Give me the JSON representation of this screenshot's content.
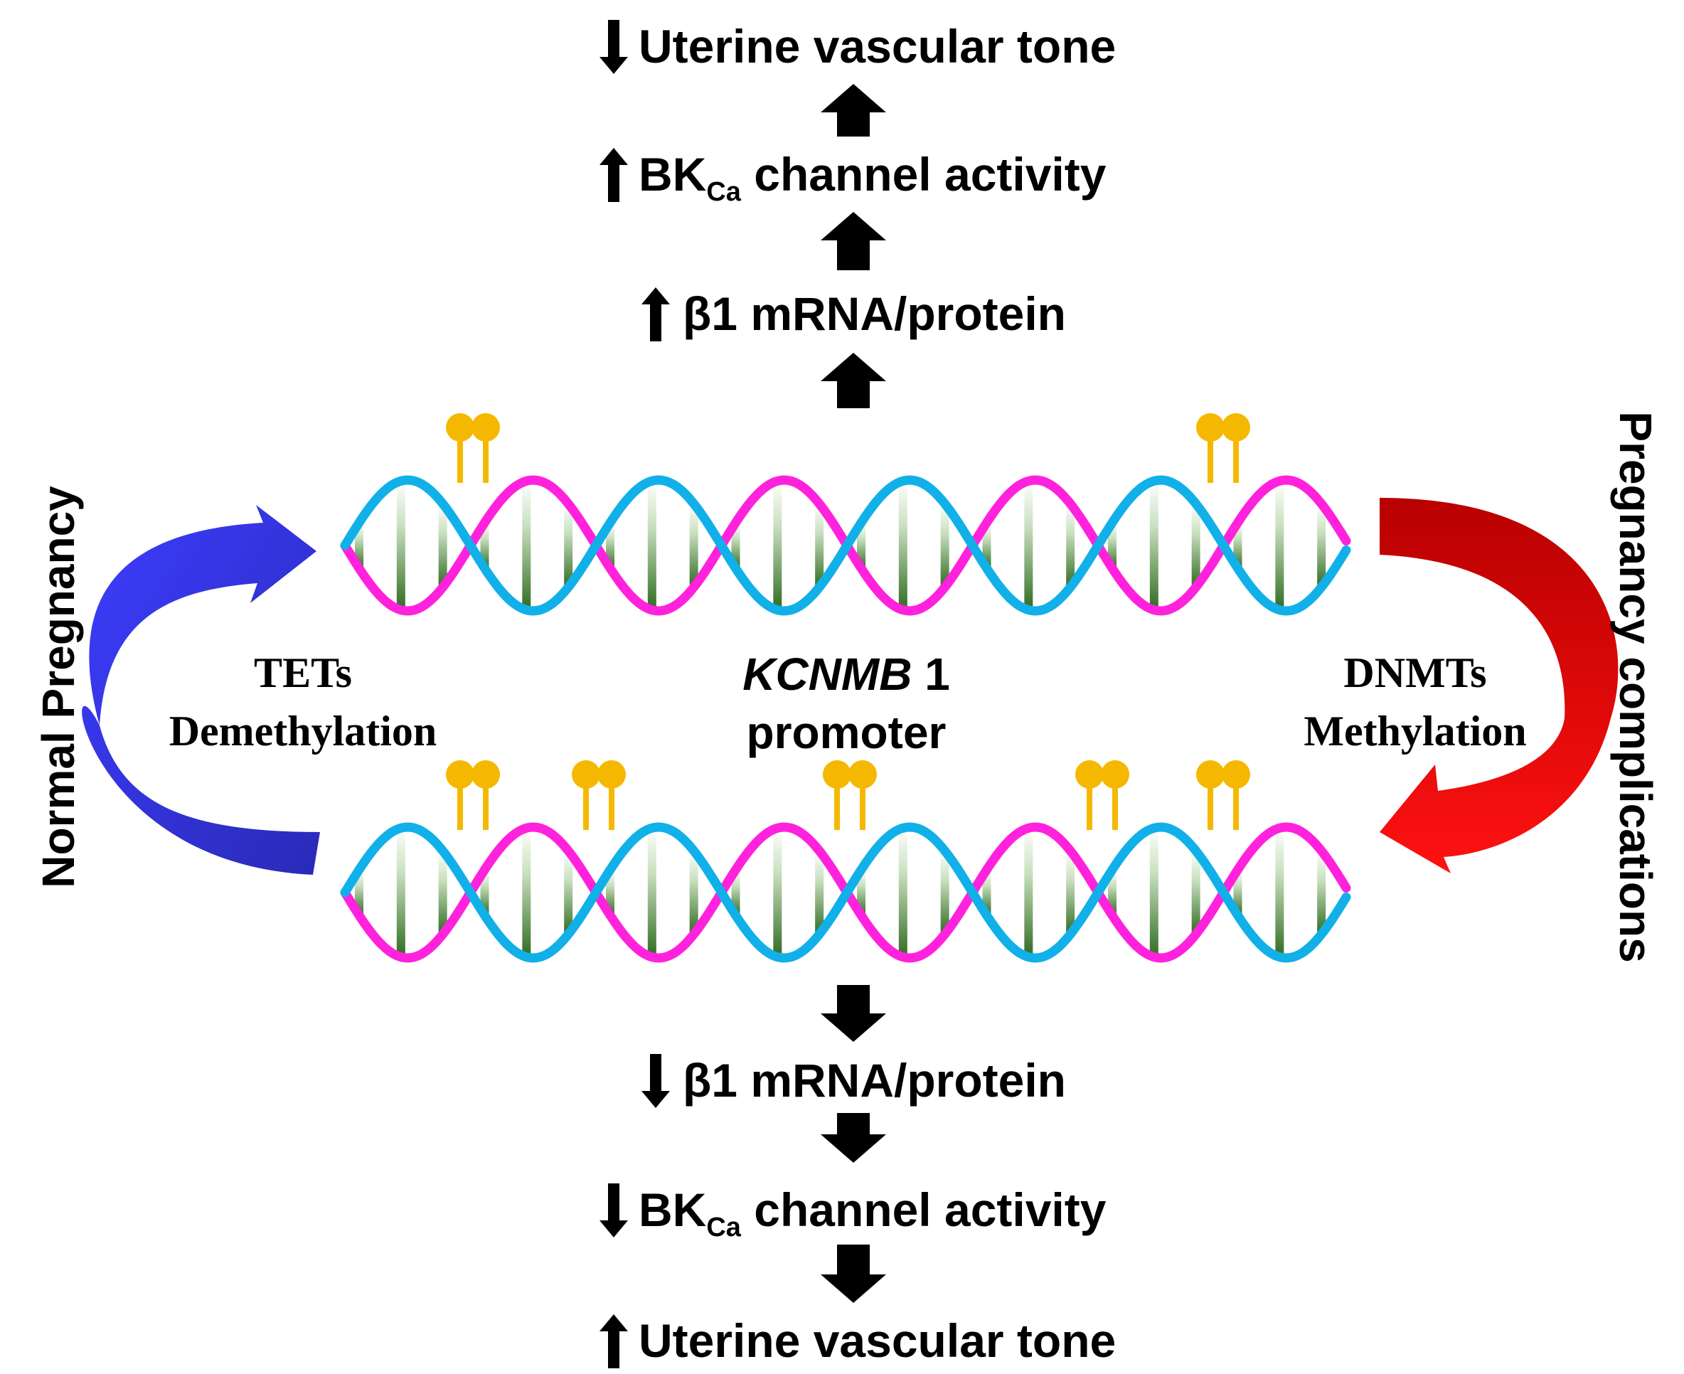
{
  "top_pathway": {
    "step1": {
      "direction": "down",
      "text": "Uterine vascular tone"
    },
    "step2": {
      "direction": "up",
      "text_main": "BK",
      "text_sub": "Ca",
      "text_rest": " channel activity"
    },
    "step3": {
      "direction": "up",
      "text": "β1 mRNA/protein"
    }
  },
  "bottom_pathway": {
    "step1": {
      "direction": "down",
      "text": "β1 mRNA/protein"
    },
    "step2": {
      "direction": "down",
      "text_main": "BK",
      "text_sub": "Ca",
      "text_rest": " channel activity"
    },
    "step3": {
      "direction": "up",
      "text": "Uterine vascular tone"
    }
  },
  "center": {
    "gene_italic": "KCNMB",
    "gene_number": " 1",
    "line2": "promoter"
  },
  "left": {
    "enzyme": "TETs",
    "process": "Demethylation",
    "condition": "Normal Pregnancy",
    "arrow_color": "#3333ff"
  },
  "right": {
    "enzyme": "DNMTs",
    "process": "Methylation",
    "condition": "Pregnancy complications",
    "arrow_color": "#ee1111"
  },
  "colors": {
    "strand_a": "#ff22dd",
    "strand_b": "#11b0e8",
    "base_pair": "#3d7a2e",
    "methyl_group": "#f5b800"
  }
}
